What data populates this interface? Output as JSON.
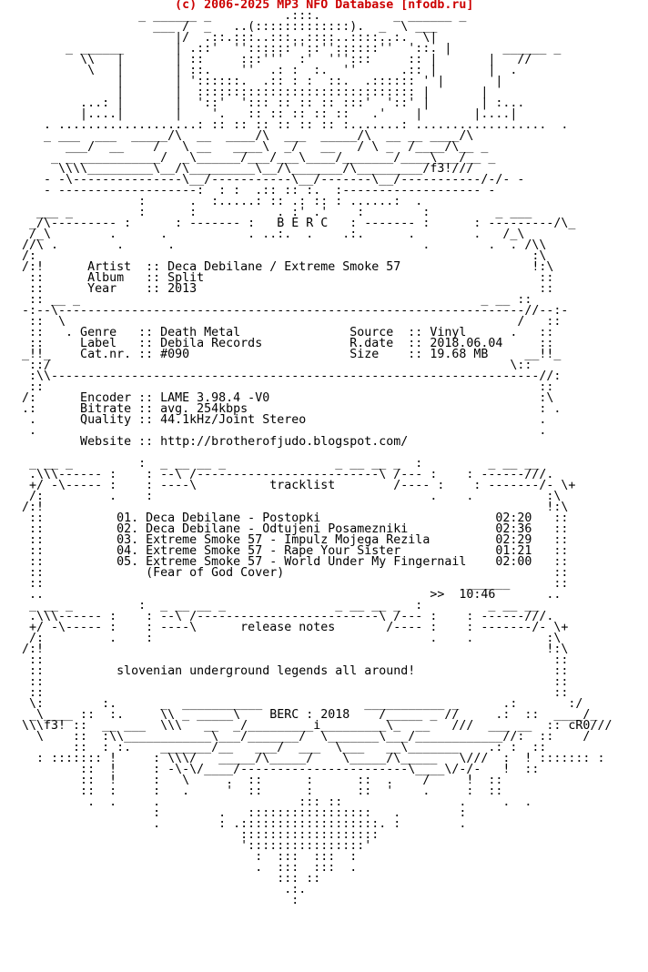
{
  "colors": {
    "background": "#ffffff",
    "text": "#000000",
    "header": "#cc0000"
  },
  "header": "                        (c) 2006-2025 MP3 NFO Database [nfodb.ru]",
  "lines": [
    "                   _ ______ _          .:::.          _ ______ _",
    "                     ___ /  _   ..(:::::::::::::).  _  \\ ___",
    "                        |/  .::.:::..:::..::::..::::..:.  \\|",
    "         _ ______       | .::'  ''::::::''::''::::::''  '::. |       ______ _",
    "           \\\\   |       | ::     :::'''  :'  ''':::     :: |       |   //",
    "            \\   |       | ::.    ''  .: :  :.  ''      .:: |       |  .",
    "                |       | '::::::.  .:: : :  ::.  .:::::: ' |       |",
    "                |       |  :::::::::::::::::::::::::::::: |       |",
    "           ...: |       |  '::'  '::: :: :: :: :::'  '::' |       | :...",
    "           |....|       |    '.   :: :: :: :: ::   .'    |       |....|",
    "      . ...................: :: :: :: :: :: :: :.......: ..................  .",
    "      _ ___  ___  _____/\\  __  ____/\\  ___  _____/\\  __ __ ____/\\",
    "         ___/  __    /   \\ __   ____\\  _/   __   / \\ _  /____/\\__ _",
    "       _ _ ___________/  _\\______/___/___\\____/_______/____\\___/__ _",
    "        \\\\\\\\_________\\__/\\_________\\__/\\_______/\\_________/f3!///",
    "      - -\\---------------\\__/-----------\\__/-------\\__/-----------/-/- -",
    "      - -------------------:  : :  .:: :: :.  :------------------- -",
    "                   :      .  :.....: :: .: :: : ......:  .",
    "     ___ _         :      :           . :' .'    :        :         _ ___",
    "    _/\\--------- :      : ------- :   B E R C   : ------- :      : ---------/\\_",
    "    /_\\        .      .           . ..:.  .    .:.      .        .   /_\\",
    "   //\\ .        .      .                                  .        .  . /\\\\",
    "   /:                                                                    :\\",
    "   /:!      Artist  :: Deca Debilane / Extreme Smoke 57                  !:\\",
    "    ::      Album   :: Split                                              ::",
    "    ::      Year    :: 2013                                               ::",
    "    :: __ _                                                       _ __ ::",
    "   -:--\\----------------------------------------------------------------//--:-",
    "    ::  \\                                                              /   ::",
    "    ::   . Genre   :: Death Metal               Source  :: Vinyl      .   ::",
    "    ::     Label   :: Debila Records            R.date  :: 2018.06.04     ::",
    "   _!!_    Cat.nr. :: #090                      Size    :: 19.68 MB     __!!_",
    "    ::/                                                               \\::",
    "    :\\\\-------------------------------------------------------------------//:",
    "    ::                                                                    ::",
    "   /:      Encoder :: LAME 3.98.4 -V0                                     :\\",
    "   .:      Bitrate :: avg. 254kbps                                        : .",
    "    .      Quality :: 44.1kHz/Joint Stereo                                .",
    "    .                                                                     .",
    "           Website :: http://brotherofjudo.blogspot.com/",
    "",
    "    _ __ _         :  _ __ __ _               _ __ __ _  :         _ __ __",
    "    .\\\\\\------ :    : --\\ /-------------------------\\ /--- :    : ------///.",
    "    +/ -\\----- :    : ----\\          tracklist        /---- :    : -------/- \\+",
    "    /:         .    :                                      .    .          :\\",
    "   /:!                                                                     !:\\",
    "    ::          01. Deca Debilane - Postopki                        02:20   ::",
    "    ::          02. Deca Debilane - Odtujeni Posamezniki            02:36   ::",
    "    ::          03. Extreme Smoke 57 - Impulz Mojega Rezila         02:29   ::",
    "    ::          04. Extreme Smoke 57 - Rape Your Sister             01:21   ::",
    "    ::          05. Extreme Smoke 57 - World Under My Fingernail    02:00   ::",
    "    ::              (Fear of God Cover)                                     ::",
    "    ::                                                          ______      ::",
    "    ..                                                     >>  10:46       ..",
    "    _ __ _         :  _ __ __ _               _ __ __ _  :         _ __ __",
    "    .\\\\\\------ :    : --\\ /-------------------------\\ /--- :    : ------///.",
    "    +/ -\\----- :    : ----\\      release notes       /---- :    : -------/- \\+",
    "    /:         .    :                                      .    .          :\\",
    "   /:!                                                                     !:\\",
    "    ::                                                                      ::",
    "    ::          slovenian underground legends all around!                   ::",
    "    ::                                                                      ::",
    "    ::                                                                      ::",
    "    \\:        :.      _  ___________              ___________ _      .:       :/",
    "    _\\____ ::  :.     \\\\ _ _____\\    BERC : 2018    /_____ _ //     .:  ::  ____/_",
    "   \\\\\\f3! ::  __ ___  \\\\\\   __  _/_________i_________\\_  __   ///  ___ __  :: cR0///",
    "     \\    ::  :\\\\____________\\___/_______/  \\_______\\___/____________//:  ::    /",
    "          ::  : :.    _______/__   ___/  ___  \\___   __\\_______    .: :  ::",
    "     : ::::::: !     : \\\\\\/   _____/\\_____/    \\_____/\\_____   \\///  :  ! ::::::: :",
    "           ::  !     : -\\-\\/____/-----------------------\\____\\/-/-   !  ::",
    "           ::  !     :   \\     .  ::      :      ::  .    /     !  ::",
    "           ::  :     :   .     '  ::      :      ::  '    .     :  ::",
    "            .  .     .                   ::: ::                .     .  .",
    "                     :        .   :::::::::::::::::   .        :",
    "                     .        : .:::::::::::::::::::. :        .",
    "                                 :::::::::::::::::::",
    "                                 '::::::::::::::::'",
    "                                   :  :::  :::  :",
    "                                   .  :::  :::  .",
    "                                      ::: ::",
    "                                       .:.",
    "                                        :"
  ]
}
